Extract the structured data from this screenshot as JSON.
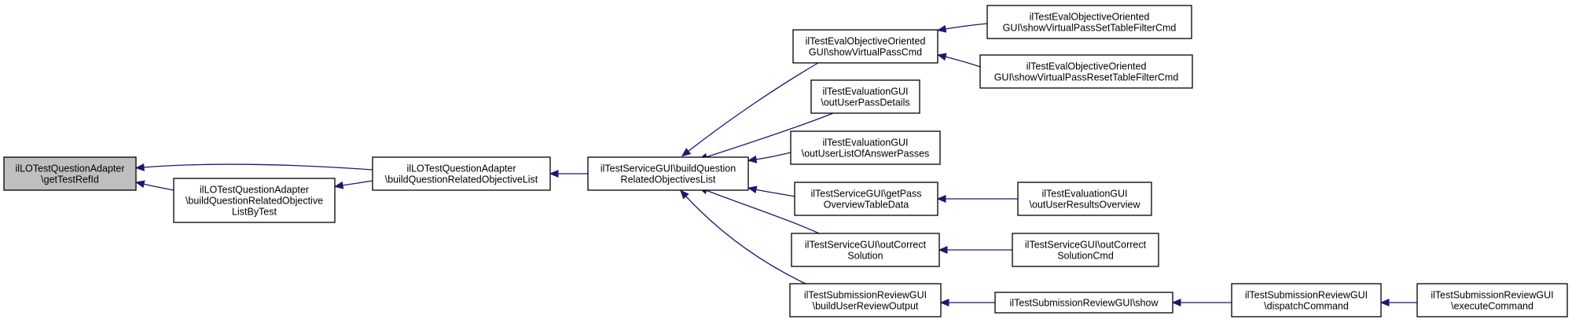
{
  "diagram": {
    "nodes": [
      {
        "id": "n0",
        "lines": [
          "ilLOTestQuestionAdapter",
          "\\getTestRefId"
        ],
        "root": true
      },
      {
        "id": "n1",
        "lines": [
          "ilLOTestQuestionAdapter",
          "\\buildQuestionRelatedObjectiveList"
        ]
      },
      {
        "id": "n2",
        "lines": [
          "ilLOTestQuestionAdapter",
          "\\buildQuestionRelatedObjective",
          "ListByTest"
        ]
      },
      {
        "id": "n3",
        "lines": [
          "ilTestServiceGUI\\buildQuestion",
          "RelatedObjectivesList"
        ]
      },
      {
        "id": "n4",
        "lines": [
          "ilTestEvalObjectiveOriented",
          "GUI\\showVirtualPassCmd"
        ]
      },
      {
        "id": "n5",
        "lines": [
          "ilTestEvaluationGUI",
          "\\outUserPassDetails"
        ]
      },
      {
        "id": "n6",
        "lines": [
          "ilTestEvaluationGUI",
          "\\outUserListOfAnswerPasses"
        ]
      },
      {
        "id": "n7",
        "lines": [
          "ilTestServiceGUI\\getPass",
          "OverviewTableData"
        ]
      },
      {
        "id": "n8",
        "lines": [
          "ilTestServiceGUI\\outCorrect",
          "Solution"
        ]
      },
      {
        "id": "n9",
        "lines": [
          "ilTestSubmissionReviewGUI",
          "\\buildUserReviewOutput"
        ]
      },
      {
        "id": "n10",
        "lines": [
          "ilTestEvalObjectiveOriented",
          "GUI\\showVirtualPassSetTableFilterCmd"
        ]
      },
      {
        "id": "n11",
        "lines": [
          "ilTestEvalObjectiveOriented",
          "GUI\\showVirtualPassResetTableFilterCmd"
        ]
      },
      {
        "id": "n12",
        "lines": [
          "ilTestEvaluationGUI",
          "\\outUserResultsOverview"
        ]
      },
      {
        "id": "n13",
        "lines": [
          "ilTestServiceGUI\\outCorrect",
          "SolutionCmd"
        ]
      },
      {
        "id": "n14",
        "lines": [
          "ilTestSubmissionReviewGUI\\show"
        ]
      },
      {
        "id": "n15",
        "lines": [
          "ilTestSubmissionReviewGUI",
          "\\dispatchCommand"
        ]
      },
      {
        "id": "n16",
        "lines": [
          "ilTestSubmissionReviewGUI",
          "\\executeCommand"
        ]
      }
    ],
    "edges": [
      {
        "from": "n1",
        "to": "n0"
      },
      {
        "from": "n2",
        "to": "n0"
      },
      {
        "from": "n1",
        "to": "n2"
      },
      {
        "from": "n3",
        "to": "n1"
      },
      {
        "from": "n4",
        "to": "n3"
      },
      {
        "from": "n5",
        "to": "n3"
      },
      {
        "from": "n6",
        "to": "n3"
      },
      {
        "from": "n7",
        "to": "n3"
      },
      {
        "from": "n8",
        "to": "n3"
      },
      {
        "from": "n9",
        "to": "n3"
      },
      {
        "from": "n10",
        "to": "n4"
      },
      {
        "from": "n11",
        "to": "n4"
      },
      {
        "from": "n12",
        "to": "n7"
      },
      {
        "from": "n13",
        "to": "n8"
      },
      {
        "from": "n14",
        "to": "n9"
      },
      {
        "from": "n15",
        "to": "n14"
      },
      {
        "from": "n16",
        "to": "n15"
      }
    ],
    "colors": {
      "edge": "#191970",
      "root_fill": "#bfbfbf",
      "node_fill": "#ffffff",
      "border": "#000000"
    }
  }
}
